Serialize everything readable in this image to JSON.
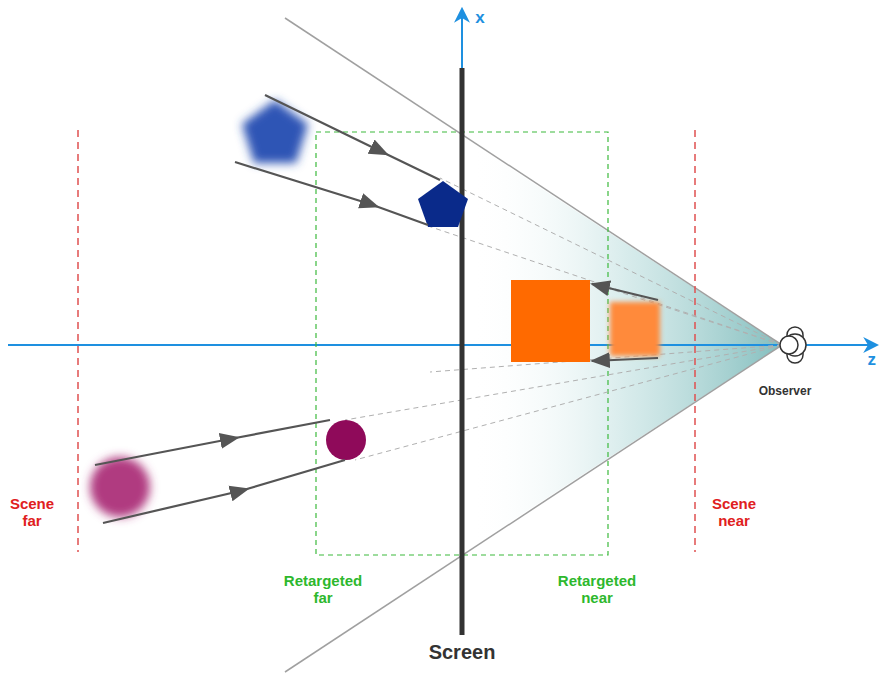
{
  "diagram": {
    "labels": [
      "x",
      "z",
      "Scene far",
      "Retargeted far",
      "Screen",
      "Retargeted near",
      "Scene near",
      "Observer"
    ]
  }
}
